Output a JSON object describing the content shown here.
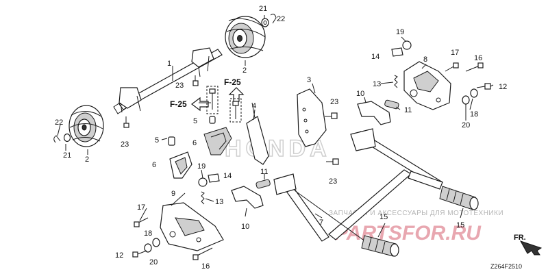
{
  "watermark": {
    "brand_outline": "HONDA",
    "site_caption": "ЗАПЧАСТИ И АКСЕССУАРЫ ДЛЯ МОТОТЕХНИКИ",
    "site_logo": "PARTSFOR.RU"
  },
  "diagram_code": "Z264F2510",
  "direction_label": "FR.",
  "reference_tags": [
    "F-25",
    "F-25"
  ],
  "callouts": {
    "c21a": "21",
    "c22a": "22",
    "c2a": "2",
    "c1": "1",
    "c23a": "23",
    "c22b": "22",
    "c21b": "21",
    "c2b": "2",
    "c23b": "23",
    "c5a": "5",
    "c6a": "6",
    "c4": "4",
    "c5b": "5",
    "c6b": "6",
    "c19a": "19",
    "c14a": "14",
    "c9": "9",
    "c13a": "13",
    "c17a": "17",
    "c18a": "18",
    "c12a": "12",
    "c20a": "20",
    "c16a": "16",
    "c10a": "10",
    "c11a": "11",
    "c3": "3",
    "c23c": "23",
    "c23d": "23",
    "c7": "7",
    "c15a": "15",
    "c15b": "15",
    "c19b": "19",
    "c14b": "14",
    "c8": "8",
    "c17b": "17",
    "c16b": "16",
    "c13b": "13",
    "c12b": "12",
    "c10b": "10",
    "c11b": "11",
    "c18b": "18",
    "c20b": "20"
  }
}
